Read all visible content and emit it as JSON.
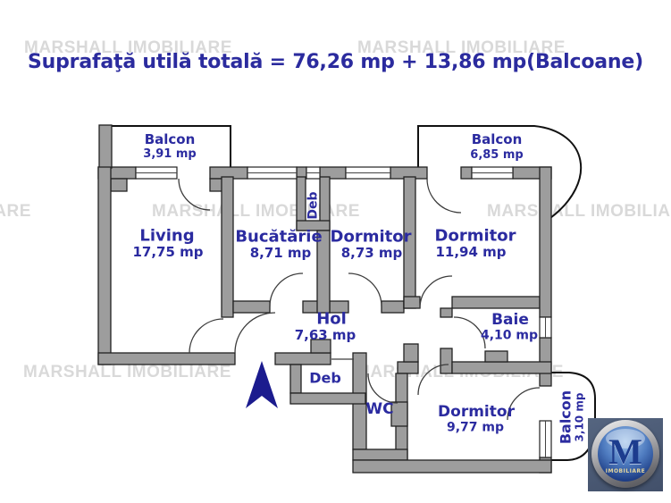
{
  "title": "Suprafaţă utilă totală = 76,26 mp + 13,86 mp(Balcoane)",
  "watermark": "MARSHALL IMOBILIARE",
  "colors": {
    "label_blue": "#2b2ba0",
    "title_blue": "#2b2b9e",
    "wall_gray": "#9d9d9d",
    "watermark_gray": "#d9d9d9",
    "north_arrow_navy": "#1b1b8e",
    "logo_square": "#48566e"
  },
  "rooms": [
    {
      "id": "balcon_stanga_sus",
      "name": "Balcon",
      "area": "3,91 mp"
    },
    {
      "id": "living",
      "name": "Living",
      "area": "17,75 mp"
    },
    {
      "id": "bucatarie",
      "name": "Bucătărie",
      "area": "8,71 mp"
    },
    {
      "id": "deb_sus",
      "name": "Deb",
      "area": ""
    },
    {
      "id": "dormitor_mic",
      "name": "Dormitor",
      "area": "8,73 mp"
    },
    {
      "id": "dormitor_mare",
      "name": "Dormitor",
      "area": "11,94 mp"
    },
    {
      "id": "balcon_dreapta_sus",
      "name": "Balcon",
      "area": "6,85 mp"
    },
    {
      "id": "hol",
      "name": "Hol",
      "area": "7,63 mp"
    },
    {
      "id": "baie",
      "name": "Baie",
      "area": "4,10 mp"
    },
    {
      "id": "deb_jos",
      "name": "Deb",
      "area": ""
    },
    {
      "id": "wc",
      "name": "WC",
      "area": ""
    },
    {
      "id": "dormitor_jos",
      "name": "Dormitor",
      "area": "9,77 mp"
    },
    {
      "id": "balcon_jos",
      "name": "Balcon",
      "area": "3,10 mp"
    }
  ],
  "logo": {
    "letter": "M",
    "subtext": "IMOBILIARE"
  }
}
